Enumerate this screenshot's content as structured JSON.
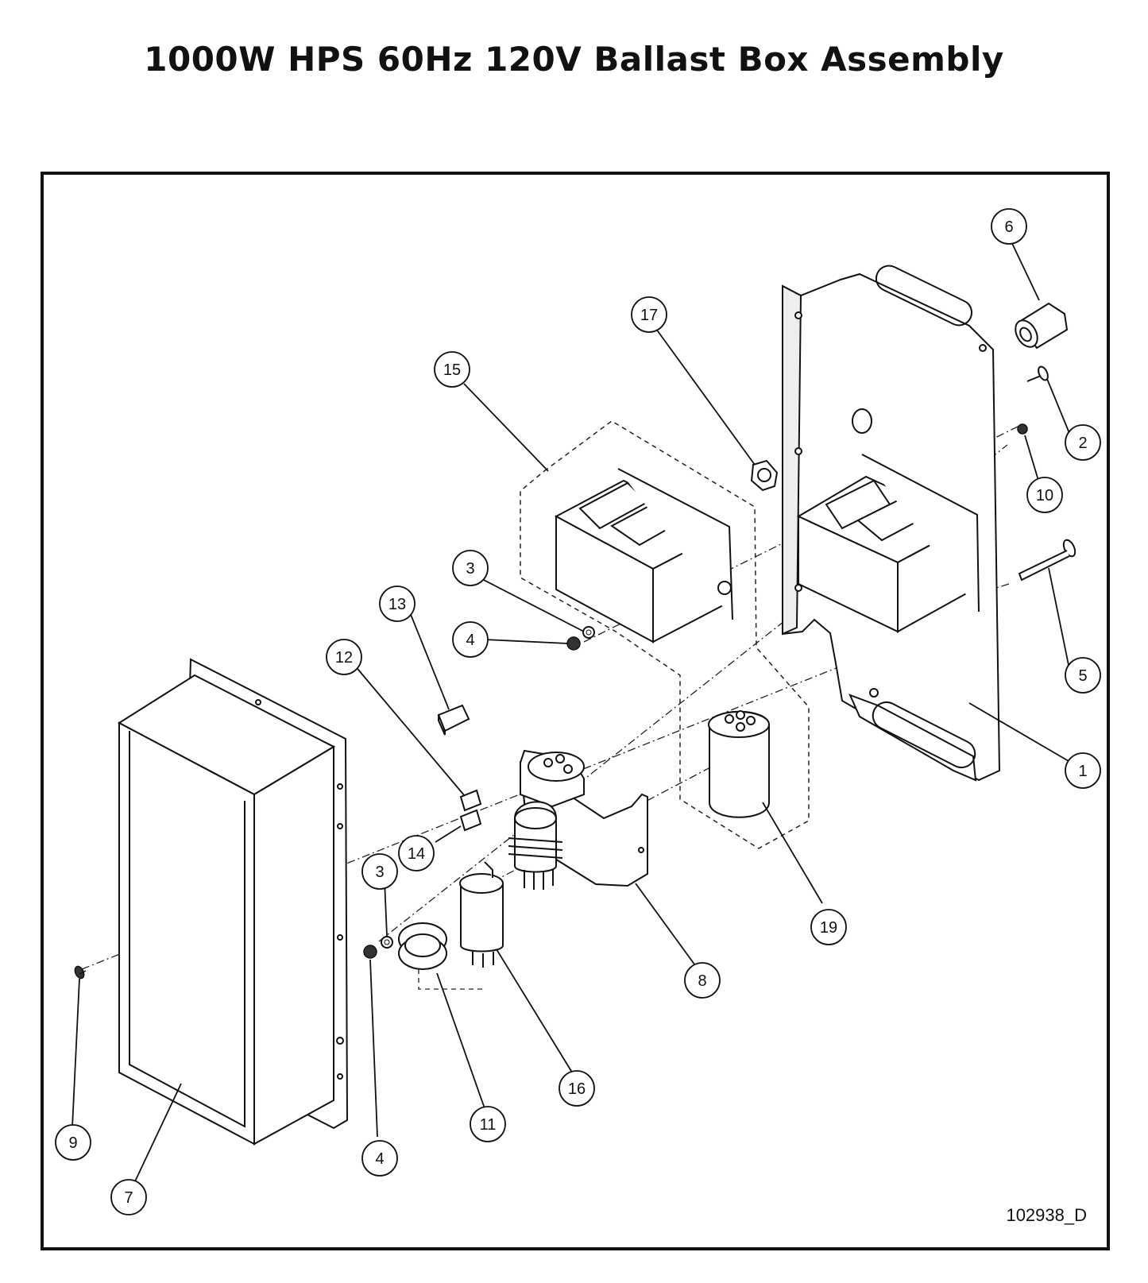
{
  "title": "1000W HPS 60Hz 120V Ballast Box Assembly",
  "drawing_number": "102938_D",
  "callouts": [
    {
      "id": "c1",
      "label": "1"
    },
    {
      "id": "c2",
      "label": "2"
    },
    {
      "id": "c3a",
      "label": "3"
    },
    {
      "id": "c3b",
      "label": "3"
    },
    {
      "id": "c4a",
      "label": "4"
    },
    {
      "id": "c4b",
      "label": "4"
    },
    {
      "id": "c5",
      "label": "5"
    },
    {
      "id": "c6",
      "label": "6"
    },
    {
      "id": "c7",
      "label": "7"
    },
    {
      "id": "c8",
      "label": "8"
    },
    {
      "id": "c9",
      "label": "9"
    },
    {
      "id": "c10",
      "label": "10"
    },
    {
      "id": "c11",
      "label": "11"
    },
    {
      "id": "c12",
      "label": "12"
    },
    {
      "id": "c13",
      "label": "13"
    },
    {
      "id": "c14",
      "label": "14"
    },
    {
      "id": "c15",
      "label": "15"
    },
    {
      "id": "c16",
      "label": "16"
    },
    {
      "id": "c17",
      "label": "17"
    },
    {
      "id": "c19",
      "label": "19"
    }
  ]
}
